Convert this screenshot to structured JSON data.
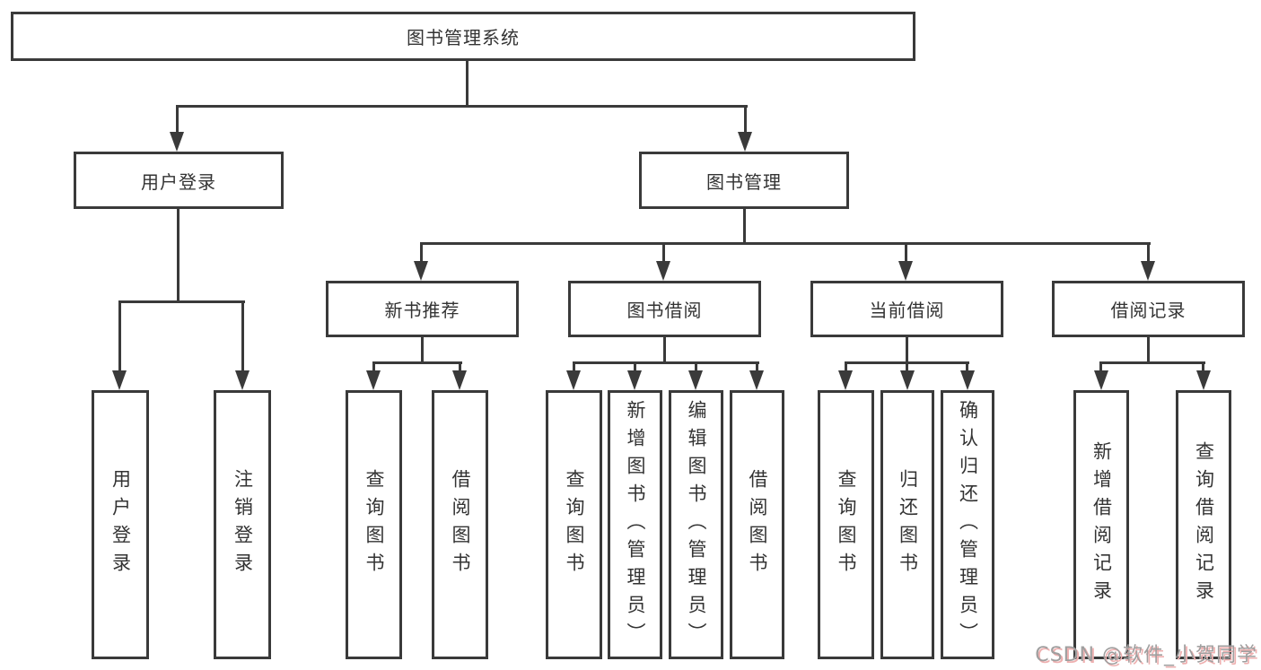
{
  "diagram": {
    "title": "图书管理系统",
    "level2": {
      "user_login": "用户登录",
      "book_mgmt": "图书管理"
    },
    "level3": {
      "new_book_rec": "新书推荐",
      "book_borrow": "图书借阅",
      "current_borrow": "当前借阅",
      "borrow_record": "借阅记录"
    },
    "leaves": {
      "user_login_leaf": "用户登录",
      "logout_leaf": "注销登录",
      "nb_query": "查询图书",
      "nb_borrow": "借阅图书",
      "bb_query": "查询图书",
      "bb_add": "新增图书（管理员）",
      "bb_edit": "编辑图书（管理员）",
      "bb_borrow": "借阅图书",
      "cb_query": "查询图书",
      "cb_return": "归还图书",
      "cb_confirm": "确认归还（管理员）",
      "br_add": "新增借阅记录",
      "br_query": "查询借阅记录"
    }
  },
  "watermark": {
    "text": "CSDN @软件_小贺同学"
  },
  "colors": {
    "line": "#3a3a3a",
    "text": "#333333",
    "watermark_gray": "#9f9f9f",
    "watermark_pink": "#eeb0b0"
  }
}
